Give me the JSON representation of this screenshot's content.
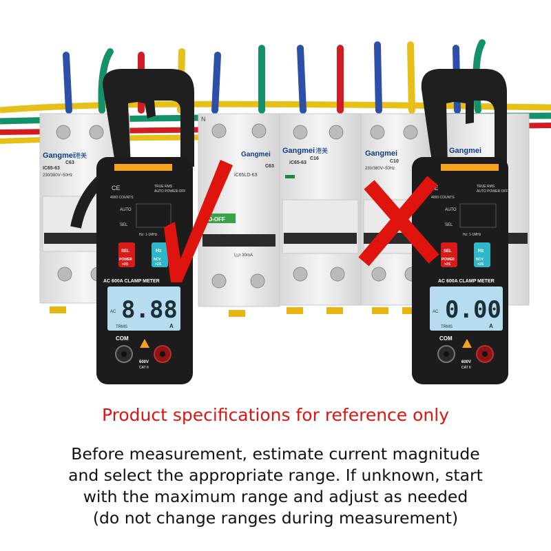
{
  "caption": {
    "note": "Product specifications for reference only",
    "lines": [
      "Before measurement, estimate current magnitude",
      "and select the appropriate range. If unknown, start",
      "with the maximum range and adjust as needed",
      "(do not change ranges during measurement)"
    ]
  },
  "breakers": {
    "brand": "Gangmei",
    "brand_cn": "港美",
    "models": [
      "IC65-63",
      "iC65LD-63",
      "iC65-63",
      "C10"
    ],
    "ratings": [
      "C63",
      "C63",
      "C16",
      "C10"
    ],
    "spec": "230/380V~50Hz",
    "off_label": "O-OFF",
    "n_label": "N",
    "rcd_spec": "I△n 30mA"
  },
  "meters": [
    {
      "reading": "8.88",
      "unit": "A",
      "ac": "AC",
      "trms": "TRMS",
      "model": "AC 600A  CLAMP METER",
      "true_rms": "TRUE RMS",
      "auto_power": "AUTO POWER OFF",
      "counts": "4000 COUNTS",
      "sel": "SEL",
      "power": "POWER",
      "hz": "Hz",
      "ncv": "NCV",
      "com": "COM",
      "vcat": "600V",
      "cat": "CAT II",
      "hold": ">2S",
      "freq": "Hz: 1-1MHz"
    },
    {
      "reading": "0.00",
      "unit": "A",
      "ac": "AC",
      "trms": "TRMS",
      "model": "AC 600A  CLAMP METER",
      "true_rms": "TRUE RMS",
      "auto_power": "AUTO POWER OFF",
      "counts": "4000 COUNTS",
      "sel": "SEL",
      "power": "POWER",
      "hz": "Hz",
      "ncv": "NCV",
      "com": "COM",
      "vcat": "600V",
      "cat": "CAT II",
      "hold": ">2S",
      "freq": "Hz: 1-1MHz"
    }
  ],
  "marks": {
    "correct": "check-mark",
    "wrong": "cross-mark",
    "color": "#e0140f"
  },
  "colors": {
    "wire_blue": "#2c4fa8",
    "wire_green": "#14906a",
    "wire_red": "#d11c24",
    "wire_yellow": "#e6c018",
    "meter_body": "#1c1c1c",
    "accent": "#f5a51d",
    "lcd": "#b7dcef"
  }
}
